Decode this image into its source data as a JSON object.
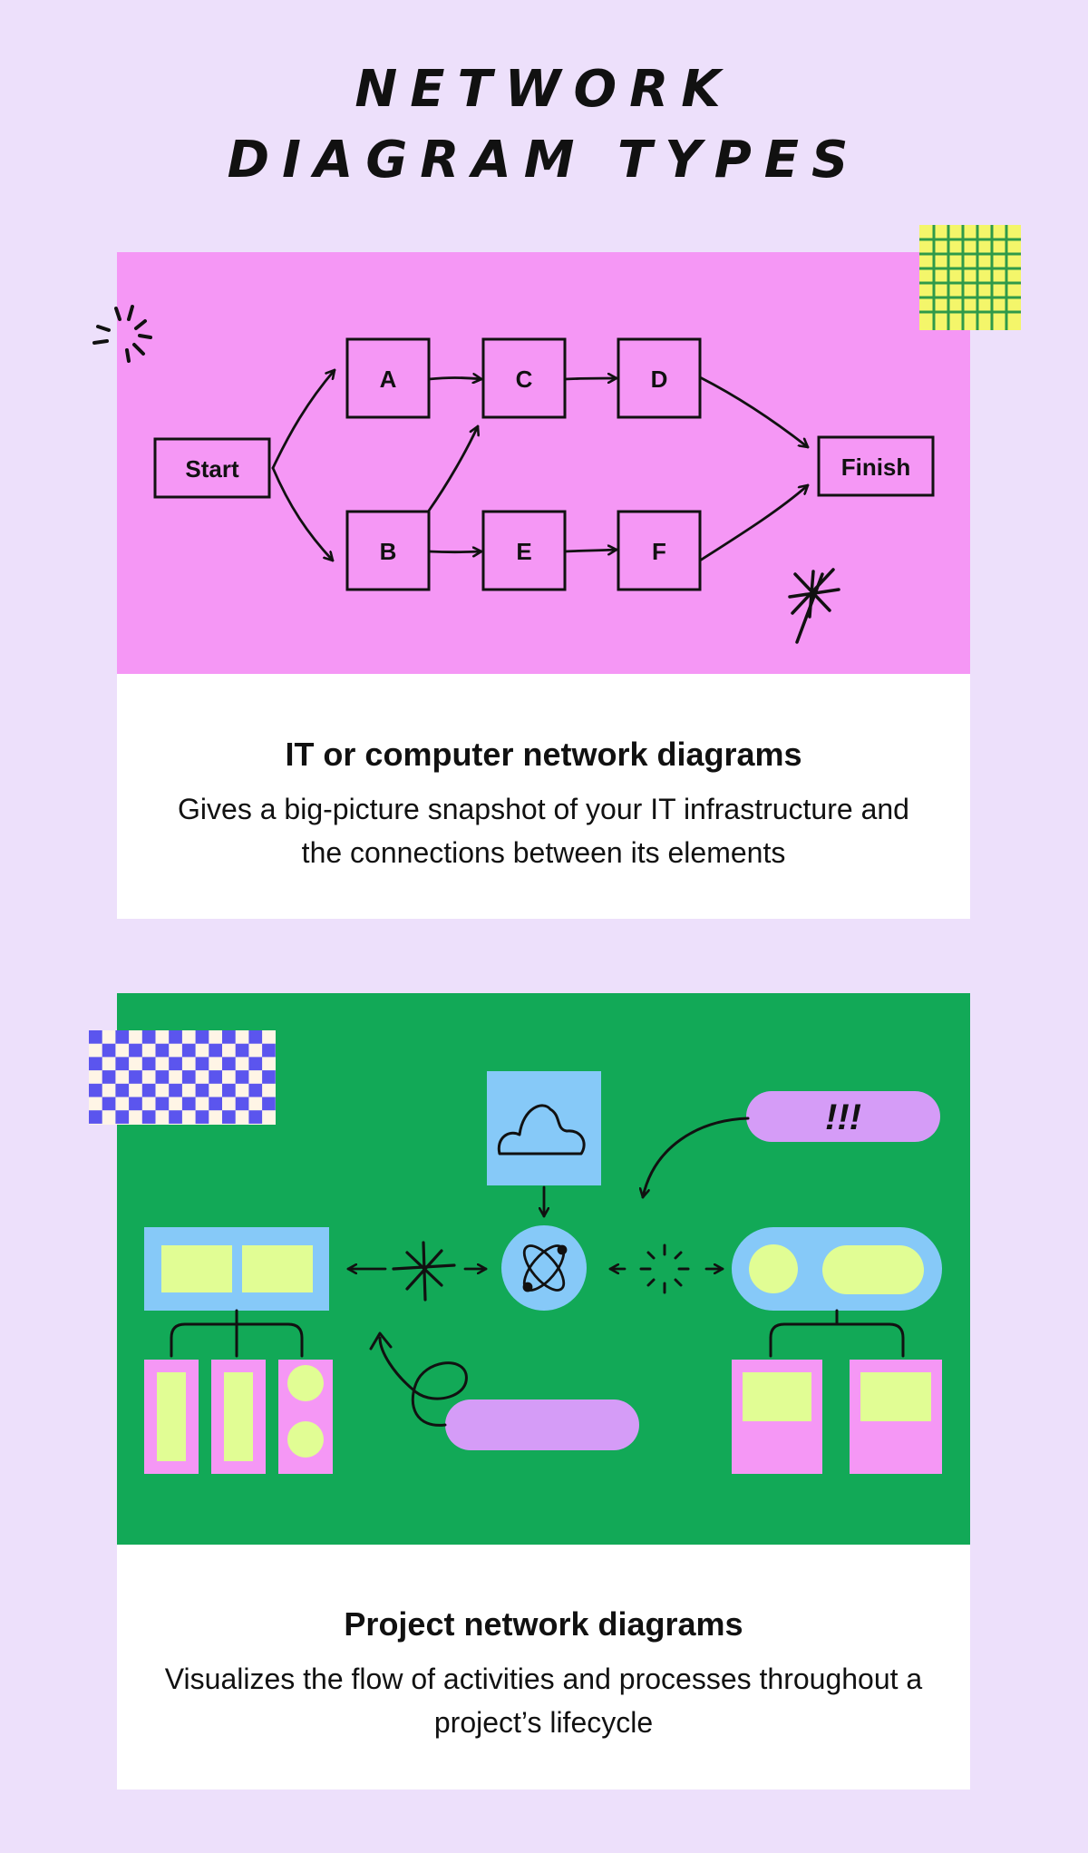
{
  "title": {
    "line1": "NETWORK",
    "line2": "DIAGRAM TYPES"
  },
  "card1": {
    "heading": "IT or computer network diagrams",
    "description": "Gives a big-picture snapshot of your IT infrastructure and the connections between its elements",
    "nodes": {
      "start": "Start",
      "a": "A",
      "b": "B",
      "c": "C",
      "d": "D",
      "e": "E",
      "f": "F",
      "finish": "Finish"
    }
  },
  "card2": {
    "heading": "Project network diagrams",
    "description": "Visualizes the flow of activities and processes throughout a project’s lifecycle",
    "alert_label": "!!!"
  },
  "colors": {
    "background": "#ede0fb",
    "pink": "#f597f5",
    "green": "#12a957",
    "blue": "#86c9f8",
    "lime": "#e1fd94",
    "purple": "#d59cf7",
    "checker_blue": "#5b55ee",
    "yellow": "#f4f66a"
  }
}
